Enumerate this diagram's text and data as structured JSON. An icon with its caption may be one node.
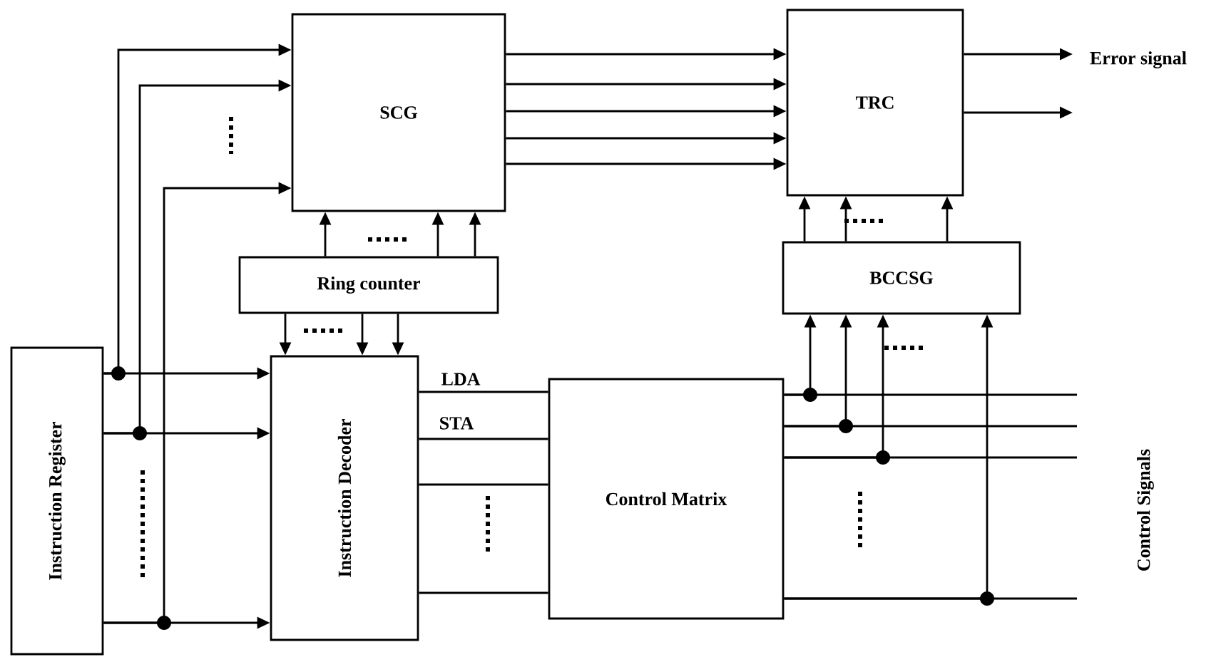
{
  "diagram": {
    "nodes": [
      {
        "text": [
          "SCG"
        ]
      },
      {
        "text": [
          "TRC"
        ]
      },
      {
        "text": [
          "Ring counter"
        ]
      },
      {
        "text": [
          "BCCSG"
        ]
      },
      {
        "text": [
          "Instruction Register"
        ]
      },
      {
        "text": [
          "Instruction Decoder"
        ]
      },
      {
        "text": [
          "Control Matrix"
        ]
      }
    ],
    "edges": [
      {
        "from": 4,
        "to": 5,
        "arrow": "to"
      },
      {
        "from": 4,
        "to": 5,
        "arrow": "to"
      },
      {
        "from": 4,
        "to": 5,
        "arrow": "to"
      },
      {
        "from": 4,
        "to": 0,
        "arrow": "to"
      },
      {
        "from": 4,
        "to": 0,
        "arrow": "to"
      },
      {
        "from": 4,
        "to": 0,
        "arrow": "to"
      },
      {
        "from": 2,
        "to": 0,
        "arrow": "to"
      },
      {
        "from": 2,
        "to": 0,
        "arrow": "to"
      },
      {
        "from": 2,
        "to": 0,
        "arrow": "to"
      },
      {
        "from": 2,
        "to": 5,
        "arrow": "to"
      },
      {
        "from": 2,
        "to": 5,
        "arrow": "to"
      },
      {
        "from": 2,
        "to": 5,
        "arrow": "to"
      },
      {
        "from": 0,
        "to": 1,
        "arrow": "to"
      },
      {
        "from": 0,
        "to": 1,
        "arrow": "to"
      },
      {
        "from": 0,
        "to": 1,
        "arrow": "to"
      },
      {
        "from": 0,
        "to": 1,
        "arrow": "to"
      },
      {
        "from": 0,
        "to": 1,
        "arrow": "to"
      },
      {
        "from": 3,
        "to": 1,
        "arrow": "to"
      },
      {
        "from": 3,
        "to": 1,
        "arrow": "to"
      },
      {
        "from": 3,
        "to": 1,
        "arrow": "to"
      },
      {
        "from": 6,
        "to": 3,
        "arrow": "to"
      },
      {
        "from": 6,
        "to": 3,
        "arrow": "to"
      },
      {
        "from": 6,
        "to": 3,
        "arrow": "to"
      },
      {
        "from": 6,
        "to": 3,
        "arrow": "to"
      },
      {
        "from": 6,
        "to": null,
        "arrow": "none"
      },
      {
        "from": 6,
        "to": null,
        "arrow": "none"
      },
      {
        "from": 6,
        "to": null,
        "arrow": "none"
      },
      {
        "from": 6,
        "to": null,
        "arrow": "none"
      },
      {
        "from": 1,
        "to": null,
        "arrow": "to"
      },
      {
        "from": 1,
        "to": null,
        "arrow": "to"
      },
      {
        "from": 5,
        "to": 6,
        "arrow": "none",
        "label": "LDA"
      },
      {
        "from": 5,
        "to": 6,
        "arrow": "none",
        "label": "STA"
      },
      {
        "from": 5,
        "to": 6,
        "arrow": "none"
      },
      {
        "from": 5,
        "to": 6,
        "arrow": "none"
      }
    ],
    "labels": [
      "Error signal",
      "Control Signals"
    ]
  }
}
